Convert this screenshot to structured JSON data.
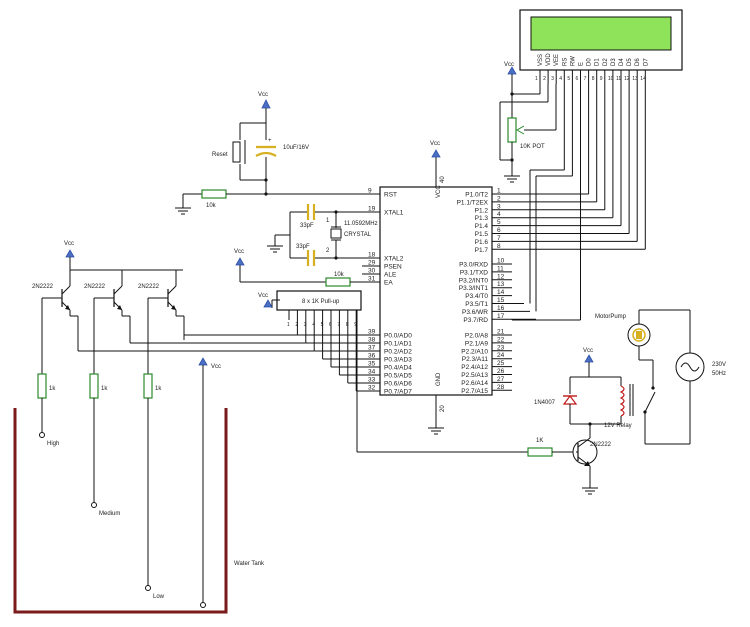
{
  "lcd": {
    "pins": [
      "VSS",
      "VDD",
      "VEE",
      "RS",
      "RW",
      "E",
      "D0",
      "D1",
      "D2",
      "D3",
      "D4",
      "D5",
      "D6",
      "D7"
    ],
    "pin_numbers": [
      "1",
      "2",
      "3",
      "4",
      "5",
      "6",
      "7",
      "8",
      "9",
      "10",
      "11",
      "12",
      "13",
      "14"
    ],
    "screen_color": "#8fe35a"
  },
  "mcu": {
    "vcc_label": "VCC",
    "vcc_pin": "40",
    "gnd_label": "GND",
    "gnd_pin": "20",
    "left_pins": [
      {
        "num": "9",
        "name": "RST"
      },
      {
        "num": "19",
        "name": "XTAL1"
      },
      {
        "num": "18",
        "name": "XTAL2"
      },
      {
        "num": "29",
        "name": "PSEN"
      },
      {
        "num": "30",
        "name": "ALE"
      },
      {
        "num": "31",
        "name": "EA"
      },
      {
        "num": "39",
        "name": "P0.0/AD0"
      },
      {
        "num": "38",
        "name": "P0.1/AD1"
      },
      {
        "num": "37",
        "name": "P0.2/AD2"
      },
      {
        "num": "36",
        "name": "P0.3/AD3"
      },
      {
        "num": "35",
        "name": "P0.4/AD4"
      },
      {
        "num": "34",
        "name": "P0.5/AD5"
      },
      {
        "num": "33",
        "name": "P0.6/AD6"
      },
      {
        "num": "32",
        "name": "P0.7/AD7"
      }
    ],
    "right_p1": [
      {
        "num": "1",
        "name": "P1.0/T2"
      },
      {
        "num": "2",
        "name": "P1.1/T2EX"
      },
      {
        "num": "3",
        "name": "P1.2"
      },
      {
        "num": "4",
        "name": "P1.3"
      },
      {
        "num": "5",
        "name": "P1.4"
      },
      {
        "num": "6",
        "name": "P1.5"
      },
      {
        "num": "7",
        "name": "P1.6"
      },
      {
        "num": "8",
        "name": "P1.7"
      }
    ],
    "right_p3": [
      {
        "num": "10",
        "name": "P3.0/RXD"
      },
      {
        "num": "11",
        "name": "P3.1/TXD"
      },
      {
        "num": "12",
        "name": "P3.2/INT0"
      },
      {
        "num": "13",
        "name": "P3.3/INT1"
      },
      {
        "num": "14",
        "name": "P3.4/T0"
      },
      {
        "num": "15",
        "name": "P3.5/T1"
      },
      {
        "num": "16",
        "name": "P3.6/WR"
      },
      {
        "num": "17",
        "name": "P3.7/RD"
      }
    ],
    "right_p2": [
      {
        "num": "21",
        "name": "P2.0/A8"
      },
      {
        "num": "22",
        "name": "P2.1/A9"
      },
      {
        "num": "23",
        "name": "P2.2/A10"
      },
      {
        "num": "24",
        "name": "P2.3/A11"
      },
      {
        "num": "25",
        "name": "P2.4/A12"
      },
      {
        "num": "26",
        "name": "P2.5/A13"
      },
      {
        "num": "27",
        "name": "P2.6/A14"
      },
      {
        "num": "28",
        "name": "P2.7/A15"
      }
    ]
  },
  "pullup": {
    "label": "8 x 1K Pull-up",
    "pins": [
      "1",
      "2",
      "3",
      "4",
      "5",
      "6",
      "7",
      "8",
      "9"
    ]
  },
  "labels": {
    "vcc": "Vcc",
    "reset": "Reset",
    "cap_reset": "10uF/16V",
    "r_reset": "10k",
    "cap_crystal": "33pF",
    "crystal_freq": "11.0592MHz",
    "crystal": "CRYSTAL",
    "r_ea": "10k",
    "pot": "10K POT",
    "transistor": "2N2222",
    "r_sensor": "1k",
    "r_relay": "1K",
    "diode": "1N4007",
    "relay": "12V Relay",
    "motor": "MotorPump",
    "ac_voltage": "230V",
    "ac_freq": "50Hz",
    "high": "High",
    "medium": "Medium",
    "low": "Low",
    "tank": "Water Tank"
  },
  "colors": {
    "resistor": "#2c8a2c",
    "capacitor": "#d6b020",
    "arrow": "#4b6fc4",
    "tank": "#7a1a1a",
    "lcd_screen": "#8fe35a"
  }
}
